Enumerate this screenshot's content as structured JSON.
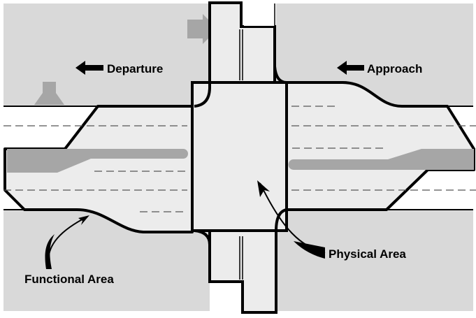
{
  "labels": {
    "departure": "Departure",
    "approach": "Approach",
    "physical_area": "Physical Area",
    "functional_area": "Functional Area"
  },
  "colors": {
    "land": "#d9d9d9",
    "area": "#ececec",
    "median": "#a6a6a6",
    "road": "#ffffff",
    "outline": "#000000"
  }
}
